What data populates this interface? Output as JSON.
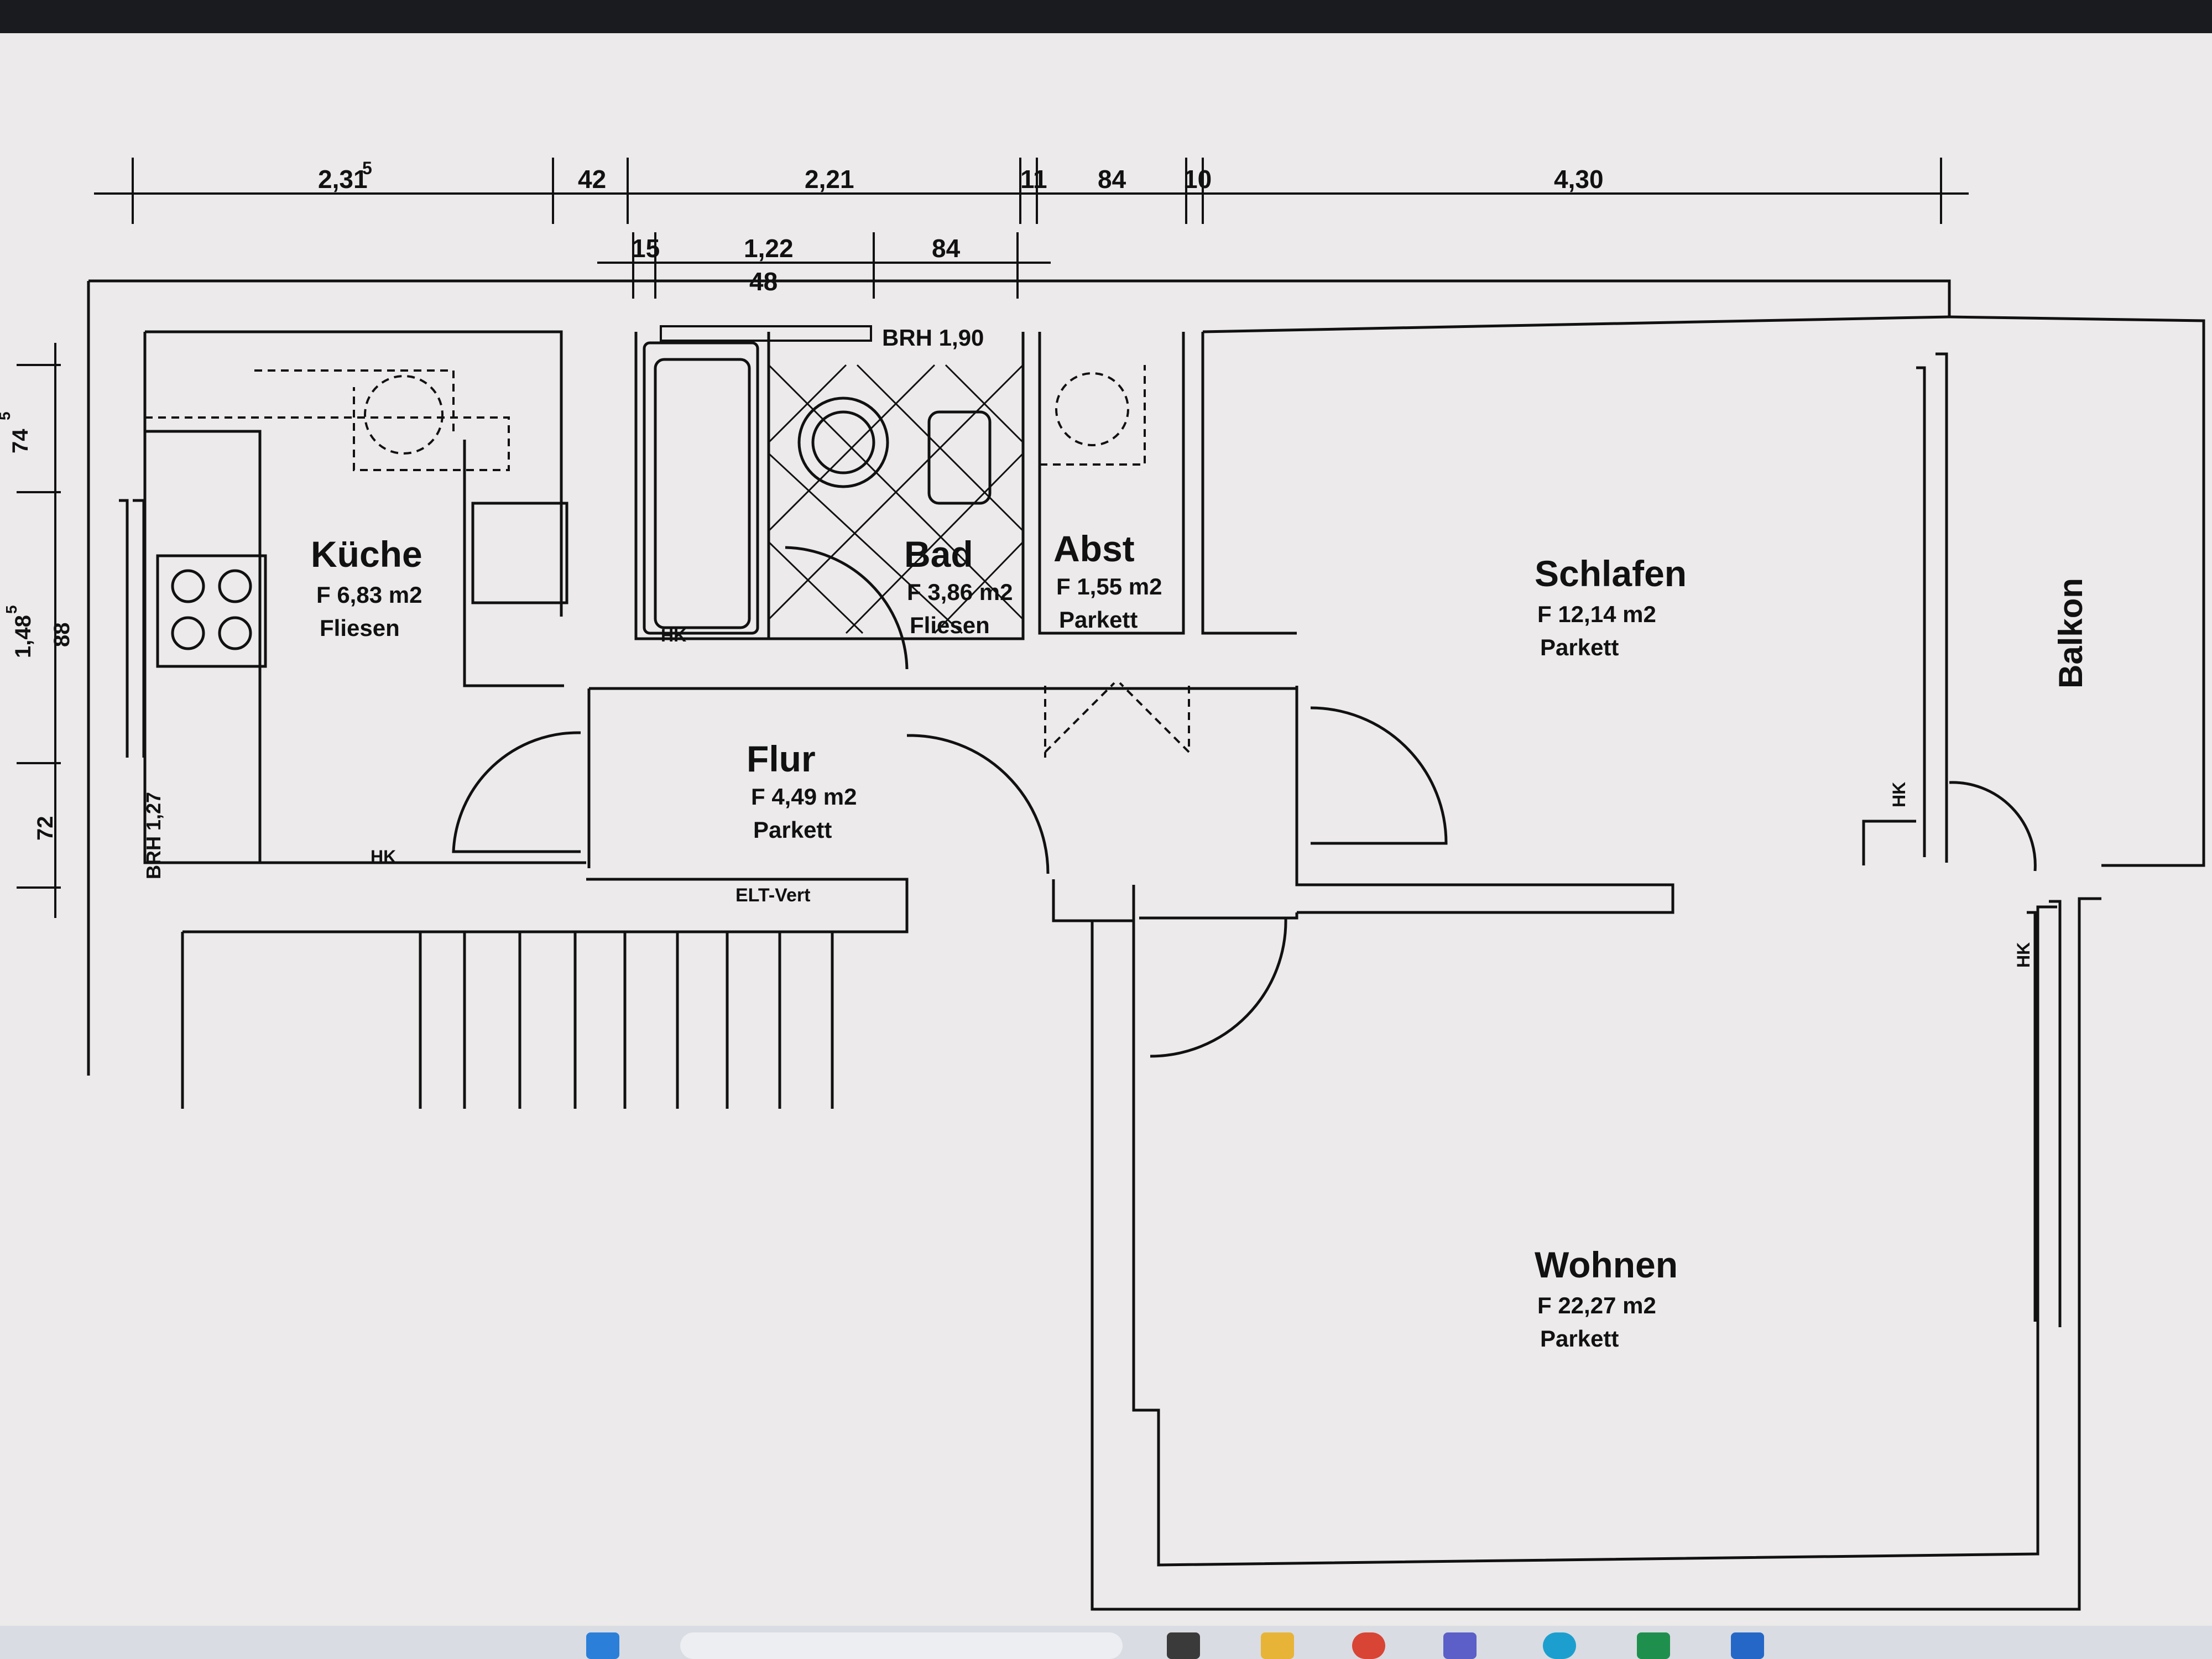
{
  "dimensions": {
    "top_row": [
      "2,31",
      "5",
      "42",
      "2,21",
      "11",
      "84",
      "10",
      "4,30"
    ],
    "second_row": [
      "15",
      "1,22",
      "48",
      "84"
    ],
    "left_col": [
      "74",
      "5",
      "1,48",
      "5",
      "88",
      "72"
    ]
  },
  "labels": {
    "brh_top": "BRH 1,90",
    "brh_left": "BRH 1,27",
    "elt": "ELT-Vert",
    "balkon": "Balkon",
    "hk": "HK"
  },
  "rooms": [
    {
      "id": "kueche",
      "name": "Küche",
      "area": "F  6,83 m2",
      "floor": "Fliesen"
    },
    {
      "id": "bad",
      "name": "Bad",
      "area": "F  3,86 m2",
      "floor": "Fliesen"
    },
    {
      "id": "abst",
      "name": "Abst",
      "area": "F  1,55 m2",
      "floor": "Parkett"
    },
    {
      "id": "schlafen",
      "name": "Schlafen",
      "area": "F  12,14 m2",
      "floor": "Parkett"
    },
    {
      "id": "flur",
      "name": "Flur",
      "area": "F  4,49 m2",
      "floor": "Parkett"
    },
    {
      "id": "wohnen",
      "name": "Wohnen",
      "area": "F  22,27 m2",
      "floor": "Parkett"
    }
  ],
  "taskbar": {
    "icons": [
      "windows-start-icon",
      "search-icon",
      "app-icon",
      "folder-icon",
      "chrome-icon",
      "teams-icon",
      "edge-icon",
      "spreadsheet-icon",
      "document-icon"
    ]
  }
}
